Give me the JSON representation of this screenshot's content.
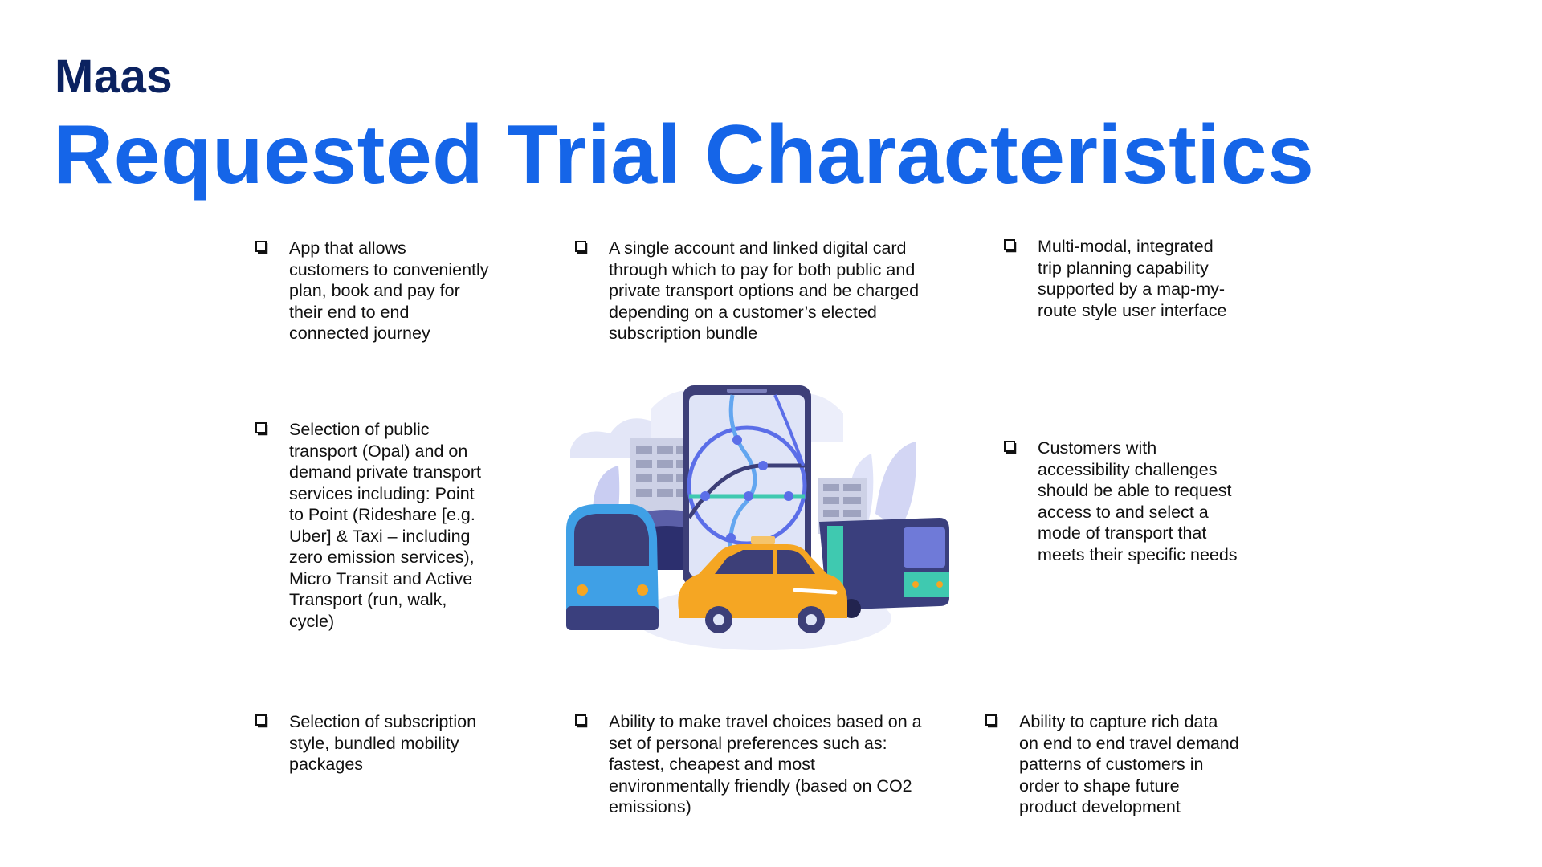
{
  "slide": {
    "kicker": "Maas",
    "title": "Requested Trial Characteristics"
  },
  "bullet_icon": "checkbox-square-icon",
  "bullets": [
    {
      "text": "App that allows\ncustomers to conveniently\nplan, book and pay for\ntheir end to end\nconnected journey"
    },
    {
      "text": "A single account and linked digital card\nthrough which to pay for both public and\nprivate transport options and be charged\ndepending on a customer’s elected\nsubscription bundle"
    },
    {
      "text": "Multi-modal, integrated\ntrip planning capability\nsupported by a map-my-\nroute style user interface"
    },
    {
      "text": "Selection of public\ntransport (Opal) and on\ndemand private transport\nservices including: Point\nto Point (Rideshare [e.g.\nUber] & Taxi – including\nzero emission services),\nMicro Transit and Active\nTransport (run, walk,\ncycle)"
    },
    {
      "text": "Customers with\naccessibility challenges\nshould be able to request\naccess to and select a\nmode of transport that\nmeets their specific needs"
    },
    {
      "text": "Selection of subscription\nstyle, bundled mobility\npackages"
    },
    {
      "text": "Ability to make travel choices based on a\nset of personal preferences such as:\nfastest, cheapest and most\nenvironmentally friendly (based on CO2\nemissions)"
    },
    {
      "text": "Ability to capture rich data\non end to end travel demand\npatterns of customers in\norder to shape future\nproduct development"
    }
  ],
  "illustration": {
    "icon": "mobility-transport-illustration",
    "colors": {
      "phone": "#3d3f78",
      "route_blue": "#5b6ee8",
      "route_teal": "#3fc9b0",
      "taxi": "#f5a623",
      "bus": "#3a3f7d",
      "tram": "#3fa0e6",
      "cloud": "#e3e6f7"
    }
  }
}
